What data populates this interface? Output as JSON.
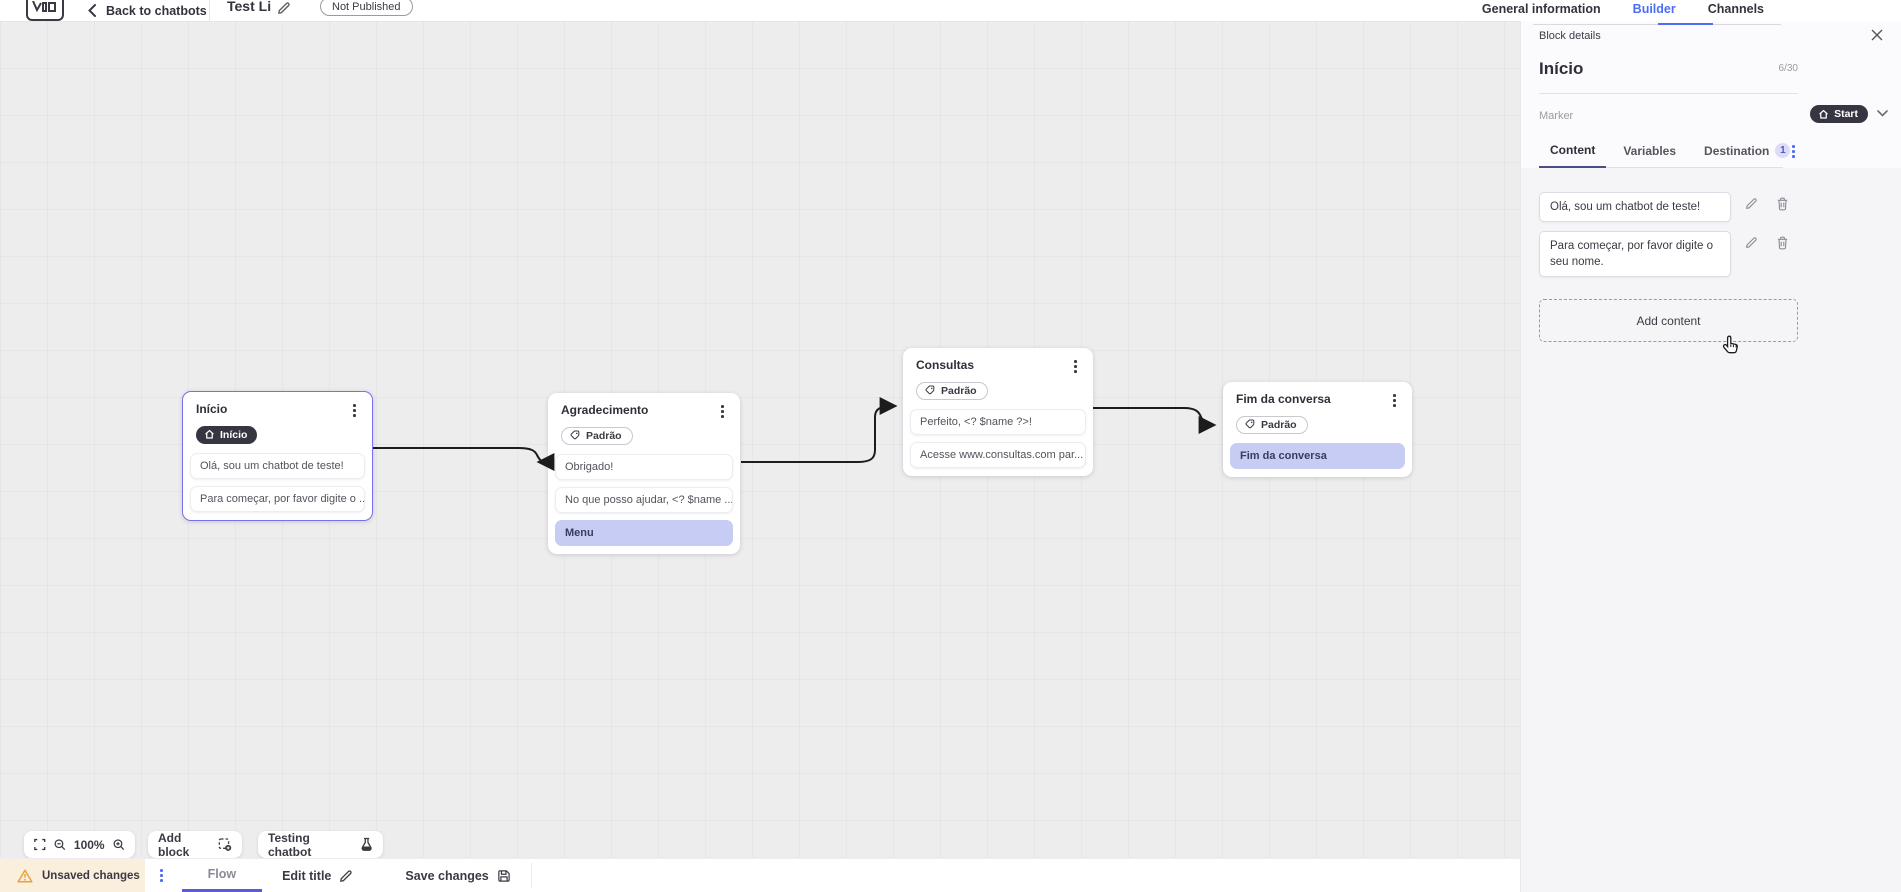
{
  "colors": {
    "accent": "#4c6ef5",
    "node_selected": "#7a6ff0",
    "pill_dark": "#363642",
    "lavender": "#c6ccf3",
    "warning_bg": "#faeedd",
    "warning_icon": "#e8a33d",
    "canvas_bg": "#ededee",
    "panel_bg": "#fbfbfd",
    "content_bg": "#f5f5f8"
  },
  "topbar": {
    "back_label": "Back to chatbots",
    "flow_title": "Test Li",
    "status_badge": "Not Published",
    "tabs": [
      {
        "label": "General information"
      },
      {
        "label": "Builder"
      },
      {
        "label": "Channels"
      }
    ]
  },
  "panel": {
    "header": "Block details",
    "block_title": "Início",
    "char_count": "6/30",
    "marker_label": "Marker",
    "marker_value": "Start",
    "tabs": [
      {
        "label": "Content"
      },
      {
        "label": "Variables"
      },
      {
        "label": "Destination",
        "badge": "1"
      }
    ],
    "contents": [
      "Olá, sou um chatbot de teste!",
      "Para começar, por favor digite o seu nome."
    ],
    "add_content_label": "Add content"
  },
  "canvas": {
    "nodes": [
      {
        "title": "Início",
        "badge": {
          "label": "Início",
          "icon": "home"
        },
        "items": [
          {
            "text": "Olá, sou um chatbot de teste!"
          },
          {
            "text": "Para começar, por favor digite o ..."
          }
        ]
      },
      {
        "title": "Agradecimento",
        "badge": {
          "label": "Padrão",
          "icon": "tag"
        },
        "items": [
          {
            "text": "Obrigado!"
          },
          {
            "text": "No que posso ajudar, <? $name ..."
          },
          {
            "text": "Menu"
          }
        ]
      },
      {
        "title": "Consultas",
        "badge": {
          "label": "Padrão",
          "icon": "tag"
        },
        "items": [
          {
            "text": "Perfeito, <? $name ?>!"
          },
          {
            "text": "Acesse www.consultas.com par..."
          }
        ]
      },
      {
        "title": "Fim da conversa",
        "badge": {
          "label": "Padrão",
          "icon": "tag"
        },
        "items": [
          {
            "text": "Fim da conversa"
          }
        ]
      }
    ],
    "controls": {
      "zoom_level": "100%",
      "add_block_label": "Add block",
      "testing_label": "Testing chatbot"
    }
  },
  "bottombar": {
    "unsaved_label": "Unsaved changes",
    "flow_tab": "Flow",
    "edit_title_label": "Edit title",
    "save_label": "Save changes"
  }
}
